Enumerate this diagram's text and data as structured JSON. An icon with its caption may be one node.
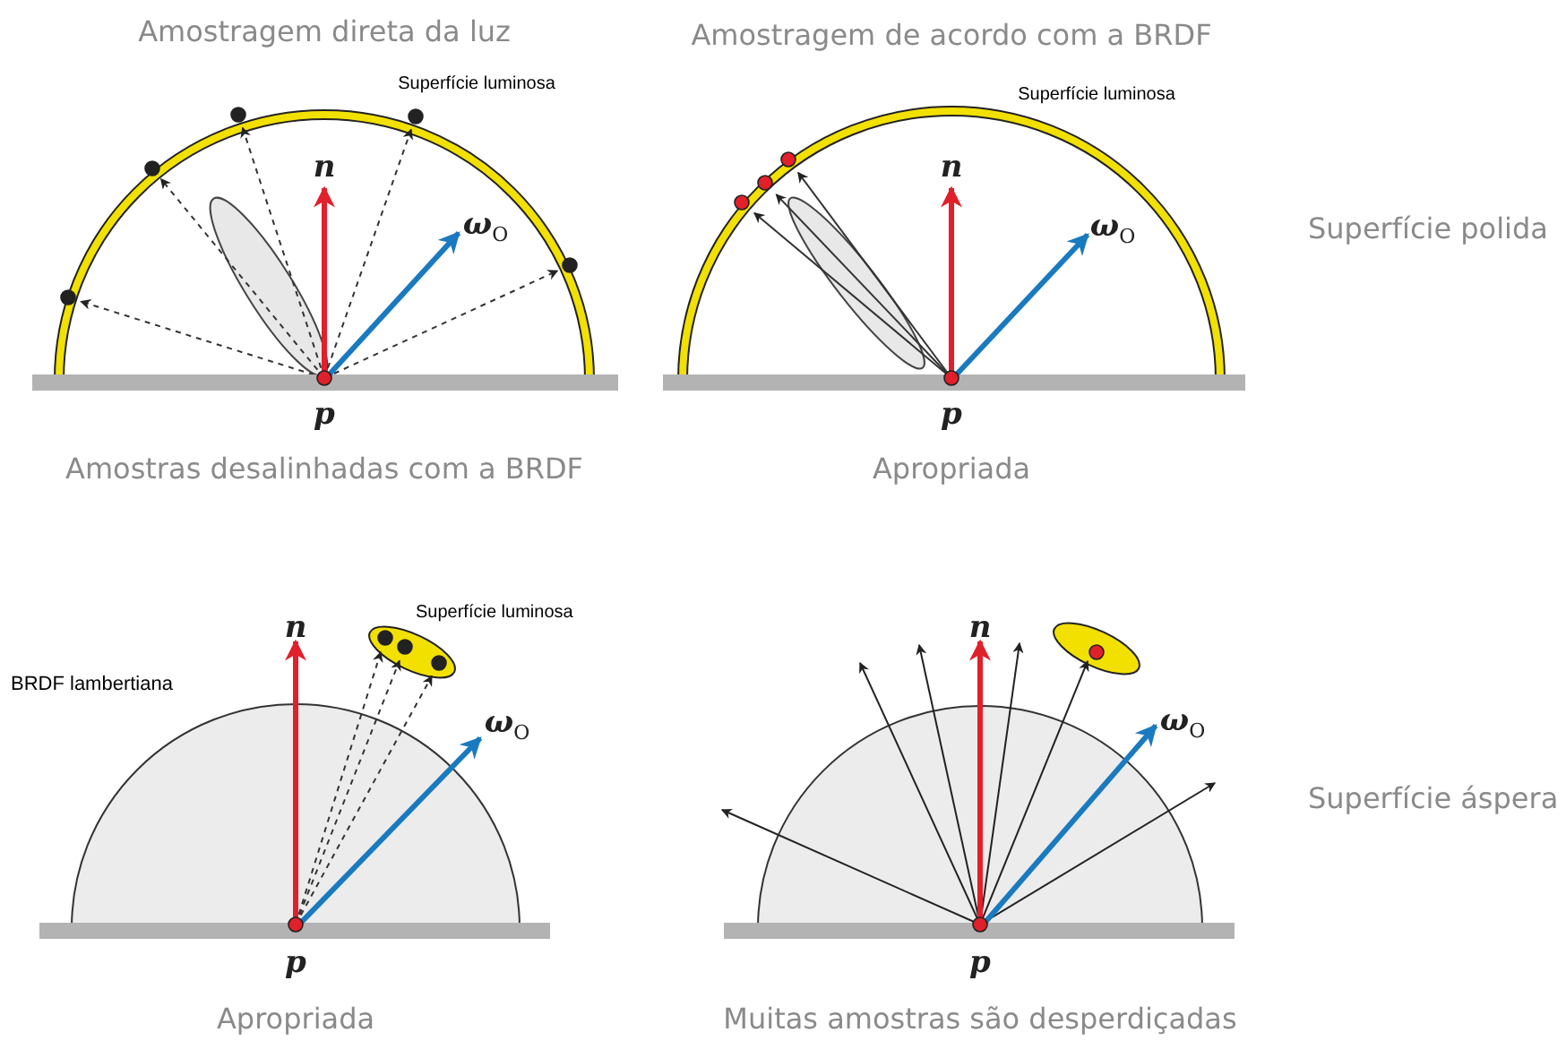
{
  "diagram": {
    "labels": [
      "Amostragem direta da luz",
      "Amostragem de acordo com a BRDF",
      "Superfície luminosa",
      "Superfície luminosa",
      "n",
      "n",
      "ω$_{O}$",
      "ω$_{O}$",
      "Superfície polida",
      "p",
      "p",
      "Amostras desalinhadas com a BRDF",
      "Apropriada",
      "Superfície luminosa",
      "BRDF lambertiana",
      "n",
      "n",
      "ω$_{O}$",
      "ω$_{O}$",
      "Superfície áspera",
      "p",
      "p",
      "Apropriada",
      "Muitas amostras são desperdiçadas"
    ]
  }
}
